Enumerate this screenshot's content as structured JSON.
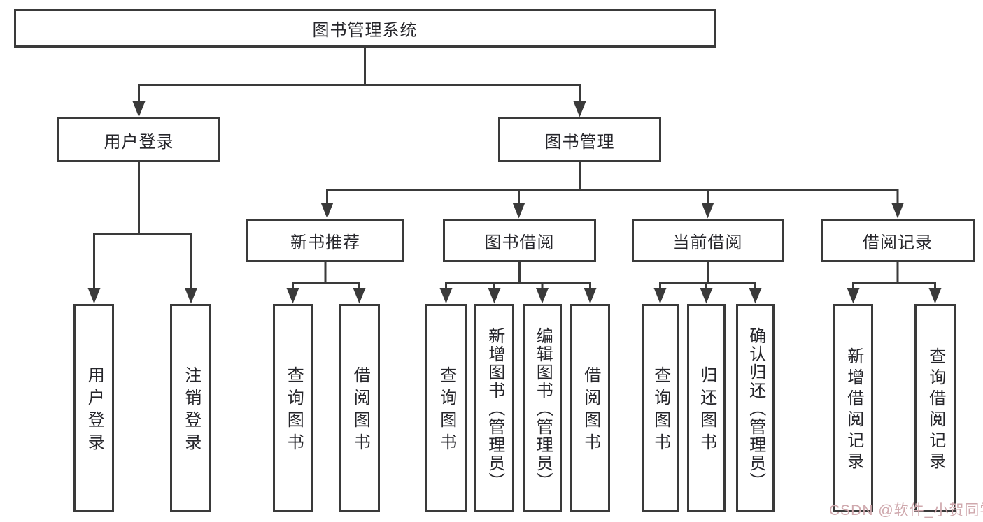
{
  "title_box": "图书管理系统",
  "branches": [
    {
      "label": "用户登录",
      "leaves": [
        "用户登录",
        "注销登录"
      ]
    },
    {
      "label": "图书管理",
      "groups": [
        {
          "label": "新书推荐",
          "leaves": [
            "查询图书",
            "借阅图书"
          ]
        },
        {
          "label": "图书借阅",
          "leaves": [
            "查询图书",
            "新增图书（管理员）",
            "编辑图书（管理员）",
            "借阅图书"
          ]
        },
        {
          "label": "当前借阅",
          "leaves": [
            "查询图书",
            "归还图书",
            "确认归还（管理员）"
          ]
        },
        {
          "label": "借阅记录",
          "leaves": [
            "新增借阅记录",
            "查询借阅记录"
          ]
        }
      ]
    }
  ],
  "watermark": "CSDN @软件_小贺同学",
  "colors": {
    "line": "#3a3a3a",
    "text": "#26262b",
    "watermark": "#cfa8ad",
    "background": "#ffffff"
  }
}
